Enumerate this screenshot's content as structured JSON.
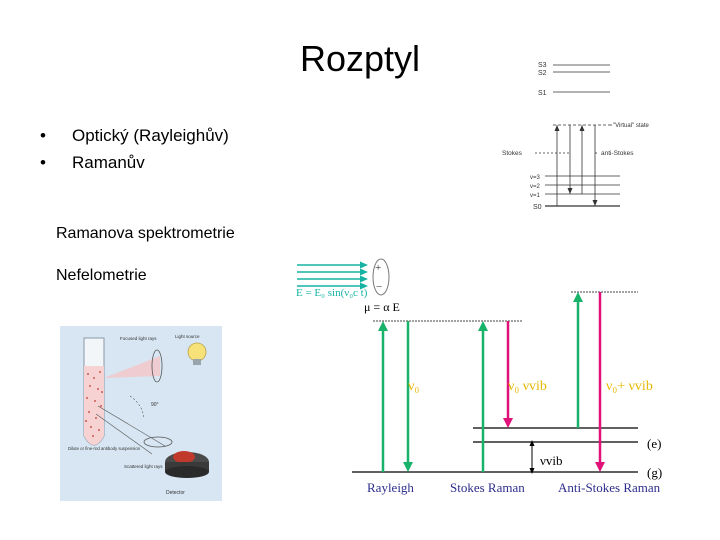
{
  "title": "Rozptyl",
  "bullets": [
    "Optický (Rayleighův)",
    "Ramanův"
  ],
  "labels": {
    "raman_spectrometry": "Ramanova spektrometrie",
    "nephelometry": "Nefelometrie"
  },
  "jablonski": {
    "levels_top": [
      "S3",
      "S2",
      "S1"
    ],
    "virtual_state": "\"Virtual\" state",
    "stokes": "Stokes",
    "anti_stokes": "anti-Stokes",
    "vib_levels": [
      "v=3",
      "v=2",
      "v=1",
      "S0"
    ]
  },
  "raman": {
    "field_eq": "E = E₀ sin(ν₀c t)",
    "dipole_eq": "μ = α E",
    "plus": "+",
    "minus": "−",
    "nu0": "ν₀",
    "nu0_minus": "ν₀  νvib",
    "nu0_plus": "ν₀+ νvib",
    "nu_vib": "νvib",
    "e_label": "(e)",
    "g_label": "(g)",
    "rayleigh": "Rayleigh",
    "stokes_raman": "Stokes Raman",
    "anti_stokes_raman": "Anti-Stokes Raman"
  },
  "nephelometer": {
    "focused_light": "Focused light rays",
    "light_source": "Light source",
    "angle": "90°",
    "particle_label": "Dilute or fine-rnd antibody suspension",
    "scattered_light": "Scattered light rays",
    "detector": "Detector"
  },
  "colors": {
    "green": "#19b26b",
    "magenta": "#e0127a",
    "teal": "#16b3a3"
  }
}
